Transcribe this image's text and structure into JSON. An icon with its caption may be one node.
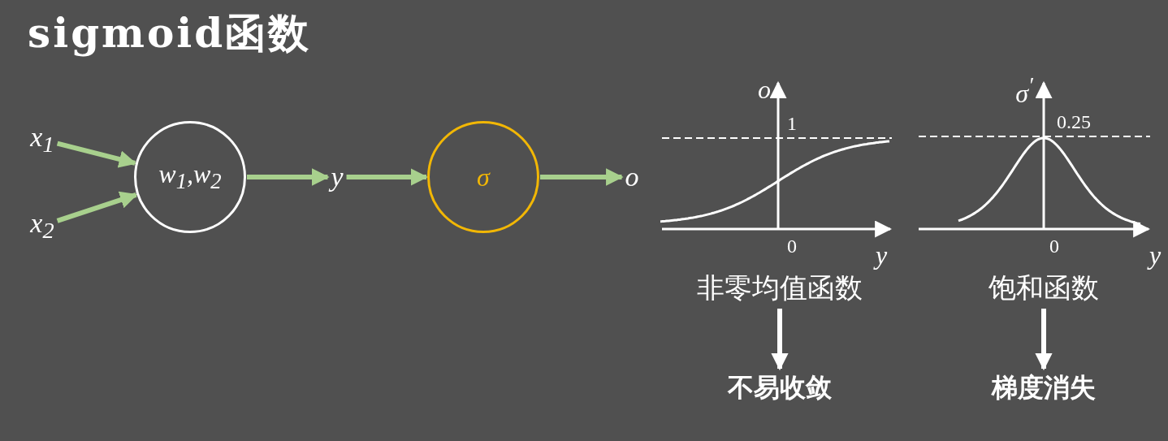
{
  "diagram": {
    "title": "sigmoid函数",
    "nodes": [
      {
        "text": [
          "x$_{1}$"
        ]
      },
      {
        "text": [
          "x$_{2}$"
        ]
      },
      {
        "text": [
          "w$_{1}$,w$_{2}$"
        ]
      },
      {
        "text": [
          "y"
        ]
      },
      {
        "text": [
          "σ"
        ]
      },
      {
        "text": [
          "o"
        ]
      },
      {
        "text": [
          "非零均值函数"
        ]
      },
      {
        "text": [
          "不易收敛"
        ]
      },
      {
        "text": [
          "饱和函数"
        ]
      },
      {
        "text": [
          "梯度消失"
        ]
      }
    ],
    "edges": [
      {
        "from": 0,
        "to": 2,
        "arrow": "to"
      },
      {
        "from": 1,
        "to": 2,
        "arrow": "to"
      },
      {
        "from": 2,
        "to": 3,
        "arrow": "to"
      },
      {
        "from": 3,
        "to": 4,
        "arrow": "to"
      },
      {
        "from": 4,
        "to": 5,
        "arrow": "to"
      },
      {
        "from": 6,
        "to": 7,
        "arrow": "to",
        "color": "#ffffff"
      },
      {
        "from": 8,
        "to": 9,
        "arrow": "to",
        "color": "#ffffff"
      }
    ],
    "labels": [
      "o",
      "1",
      "0",
      "y",
      "σ$^{′}$",
      "0.25",
      "0",
      "y"
    ]
  }
}
